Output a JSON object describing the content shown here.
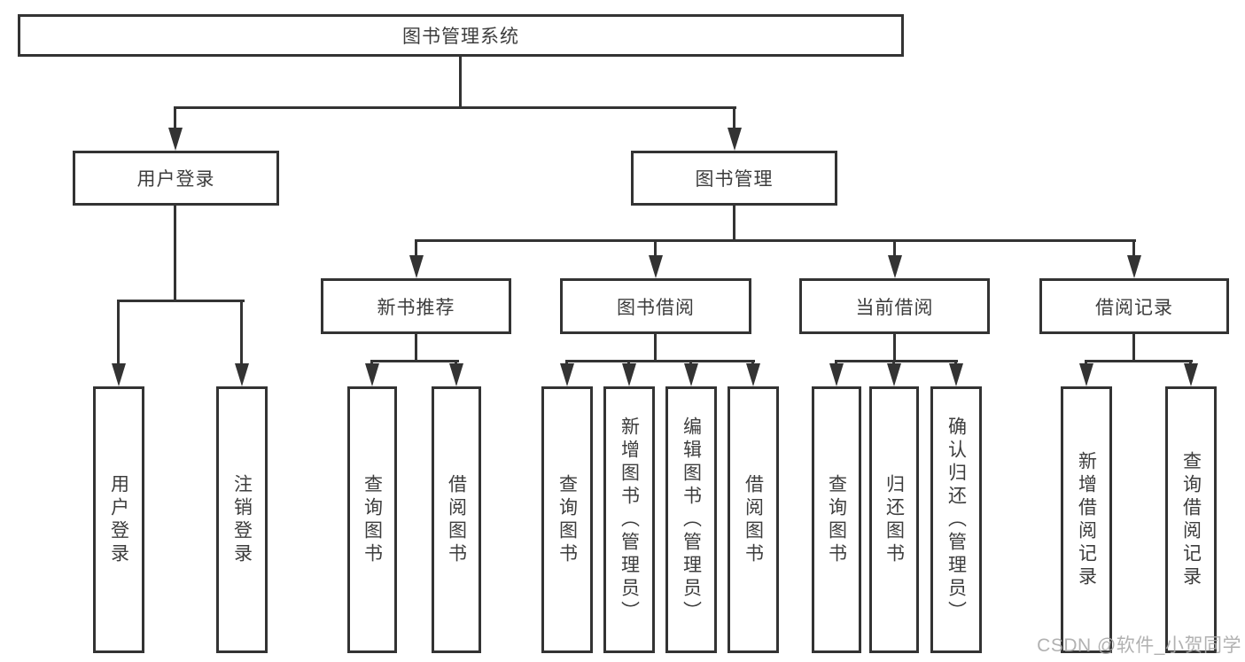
{
  "diagram_title": "图书管理系统",
  "colors": {
    "line": "#333333",
    "text": "#3d3d3d",
    "watermark": "#a9a9a9",
    "background": "#ffffff"
  },
  "watermark": {
    "text": "CSDN @软件_小贺同学"
  },
  "tree": {
    "label": "图书管理系统",
    "children": [
      {
        "label": "用户登录",
        "children": [
          {
            "label": "用户登录"
          },
          {
            "label": "注销登录"
          }
        ]
      },
      {
        "label": "图书管理",
        "children": [
          {
            "label": "新书推荐",
            "children": [
              {
                "label": "查询图书"
              },
              {
                "label": "借阅图书"
              }
            ]
          },
          {
            "label": "图书借阅",
            "children": [
              {
                "label": "查询图书"
              },
              {
                "label": "新增图书（管理员）"
              },
              {
                "label": "编辑图书（管理员）"
              },
              {
                "label": "借阅图书"
              }
            ]
          },
          {
            "label": "当前借阅",
            "children": [
              {
                "label": "查询图书"
              },
              {
                "label": "归还图书"
              },
              {
                "label": "确认归还（管理员）"
              }
            ]
          },
          {
            "label": "借阅记录",
            "children": [
              {
                "label": "新增借阅记录"
              },
              {
                "label": "查询借阅记录"
              }
            ]
          }
        ]
      }
    ]
  }
}
